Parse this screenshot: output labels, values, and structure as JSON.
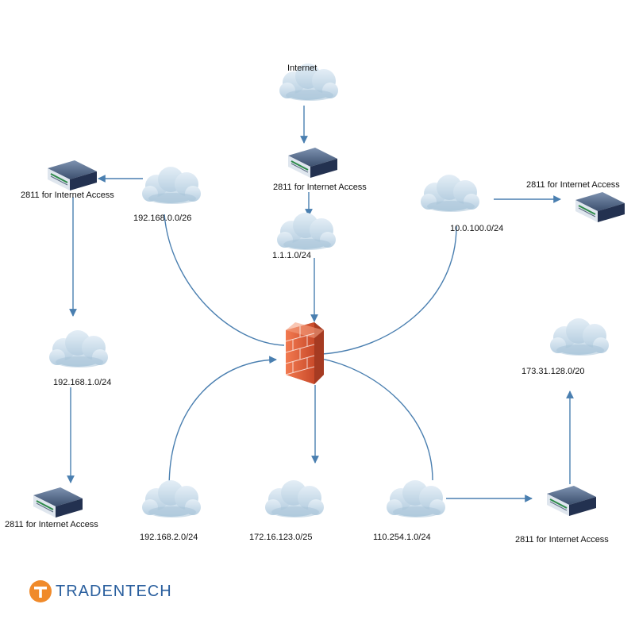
{
  "colors": {
    "connector": "#4a7fb0",
    "cloud_fill": "#d3e3ef",
    "cloud_shade": "#a9c4d9",
    "firewall": "#e2603a",
    "router_top": "#5a6f8c",
    "router_body": "#2b3a55",
    "logo_orange": "#f08a2a",
    "logo_blue": "#2a5f9e"
  },
  "labels": {
    "internet": "Internet",
    "net_192_168_0": "192.168.0.0/26",
    "net_1_1_1": "1.1.1.0/24",
    "net_10_0_100": "10.0.100.0/24",
    "net_192_168_1": "192.168.1.0/24",
    "net_173_31_128": "173.31.128.0/20",
    "net_192_168_2": "192.168.2.0/24",
    "net_172_16_123": "172.16.123.0/25",
    "net_110_254_1": "110.254.1.0/24",
    "router_top_left": "2811 for Internet Access",
    "router_top_center": "2811 for Internet Access",
    "router_top_right": "2811 for Internet Access",
    "router_bottom_left": "2811 for Internet Access",
    "router_bottom_right": "2811 for Internet Access"
  },
  "logo": {
    "text": "TRADENTECH",
    "icon": "t-circle-logo-icon"
  }
}
